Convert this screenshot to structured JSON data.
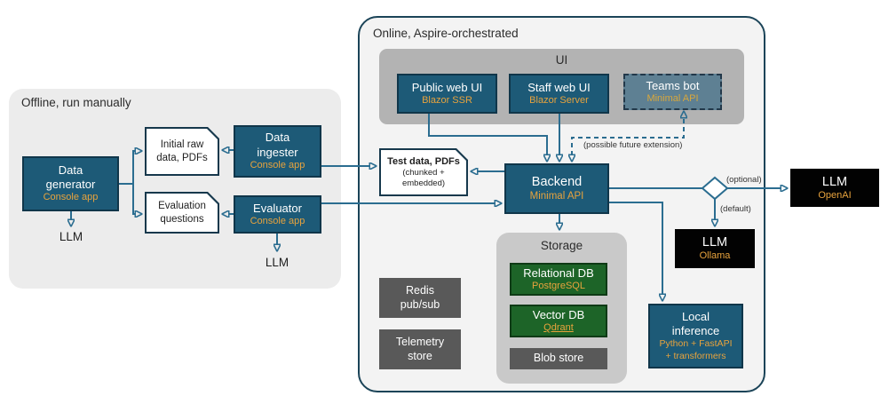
{
  "groups": {
    "offline": {
      "title": "Offline, run manually"
    },
    "online": {
      "title": "Online, Aspire-orchestrated"
    },
    "ui": {
      "title": "UI"
    },
    "storage": {
      "title": "Storage"
    }
  },
  "nodes": {
    "data_generator": {
      "title": [
        "Data",
        "generator"
      ],
      "subtitle": "Console app"
    },
    "initial_raw_data": {
      "title": [
        "Initial raw",
        "data, PDFs"
      ]
    },
    "evaluation_questions": {
      "title": [
        "Evaluation",
        "questions"
      ]
    },
    "data_ingester": {
      "title": [
        "Data",
        "ingester"
      ],
      "subtitle": "Console app"
    },
    "evaluator": {
      "title": "Evaluator",
      "subtitle": "Console app"
    },
    "test_data": {
      "title": "Test data, PDFs",
      "subtitle": [
        "(chunked +",
        "embedded)"
      ]
    },
    "public_web_ui": {
      "title": "Public web UI",
      "subtitle": "Blazor SSR"
    },
    "staff_web_ui": {
      "title": "Staff web UI",
      "subtitle": "Blazor Server"
    },
    "teams_bot": {
      "title": "Teams bot",
      "subtitle": "Minimal API"
    },
    "backend": {
      "title": "Backend",
      "subtitle": "Minimal API"
    },
    "relational_db": {
      "title": "Relational DB",
      "subtitle": "PostgreSQL"
    },
    "vector_db": {
      "title": "Vector DB",
      "subtitle": "Qdrant"
    },
    "blob_store": {
      "title": "Blob store"
    },
    "redis": {
      "title": [
        "Redis",
        "pub/sub"
      ]
    },
    "telemetry": {
      "title": [
        "Telemetry",
        "store"
      ]
    },
    "local_inference": {
      "title": [
        "Local",
        "inference"
      ],
      "subtitle": [
        "Python + FastAPI",
        "+ transformers"
      ]
    },
    "llm_ollama": {
      "title": "LLM",
      "subtitle": "Ollama"
    },
    "llm_openai": {
      "title": "LLM",
      "subtitle": "OpenAI"
    }
  },
  "labels": {
    "llm_under_generator": "LLM",
    "llm_under_evaluator": "LLM",
    "optional": "(optional)",
    "default": "(default)",
    "future_extension": "(possible future extension)"
  },
  "colors": {
    "node_teal": "#1d5a77",
    "node_teal_border": "#10364a",
    "accent_gold": "#e8a33d",
    "node_green": "#1d6428",
    "node_gray": "#595959",
    "node_black": "#020202",
    "teams_bot_fill": "#5e8093",
    "ui_group_gray": "#b3b3b3",
    "storage_group_gray": "#c9c9c9",
    "offline_group_bg": "#ececec",
    "online_group_bg": "#f3f3f3",
    "online_group_border": "#1b4458",
    "connector": "#2b6d90"
  }
}
